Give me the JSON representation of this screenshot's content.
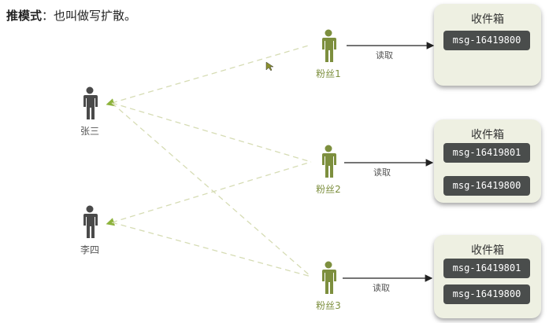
{
  "title": {
    "bold": "推模式",
    "rest": "：也叫做写扩散。"
  },
  "publishers": [
    {
      "name": "张三"
    },
    {
      "name": "李四"
    }
  ],
  "fans": [
    {
      "name": "粉丝1",
      "read_label": "读取"
    },
    {
      "name": "粉丝2",
      "read_label": "读取"
    },
    {
      "name": "粉丝3",
      "read_label": "读取"
    }
  ],
  "inboxes": [
    {
      "title": "收件箱",
      "messages": [
        "msg-16419800"
      ]
    },
    {
      "title": "收件箱",
      "messages": [
        "msg-16419801",
        "msg-16419800"
      ]
    },
    {
      "title": "收件箱",
      "messages": [
        "msg-16419801",
        "msg-16419800"
      ]
    }
  ],
  "colors": {
    "publisher": "#4a4a4a",
    "fan": "#7d8f3e",
    "dashed_line": "#d6dcb4",
    "inbox_bg": "#eef0e2",
    "msg_bg": "#4a4d4c"
  }
}
